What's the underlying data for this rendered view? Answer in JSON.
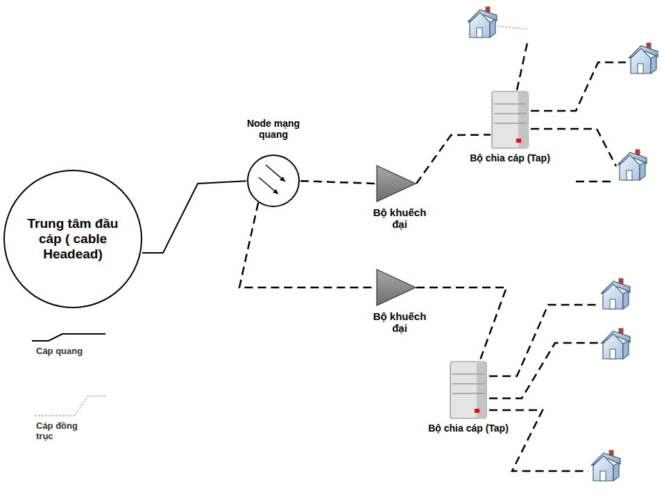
{
  "diagram": {
    "nodes": [
      {
        "text": [
          "Trung tâm đầu cáp ( cable Headead)"
        ]
      },
      {
        "text": [
          "Node mạng quang"
        ]
      },
      {
        "text": [
          "Bộ khuếch đại"
        ]
      },
      {
        "text": [
          "Bộ khuếch đại"
        ]
      },
      {
        "text": [
          "Bộ chia cáp (Tap)"
        ]
      },
      {
        "text": [
          "Bộ chia cáp (Tap)"
        ]
      }
    ],
    "edges": [
      {
        "from": 0,
        "to": 1,
        "arrow": "none"
      },
      {
        "from": 1,
        "to": 2,
        "arrow": "none"
      },
      {
        "from": 1,
        "to": 3,
        "arrow": "none"
      },
      {
        "from": 2,
        "to": 4,
        "arrow": "none"
      },
      {
        "from": 3,
        "to": 5,
        "arrow": "none"
      }
    ],
    "legend": [
      {
        "text": "Cáp quang"
      },
      {
        "text": "Cáp đồng trục"
      }
    ]
  }
}
